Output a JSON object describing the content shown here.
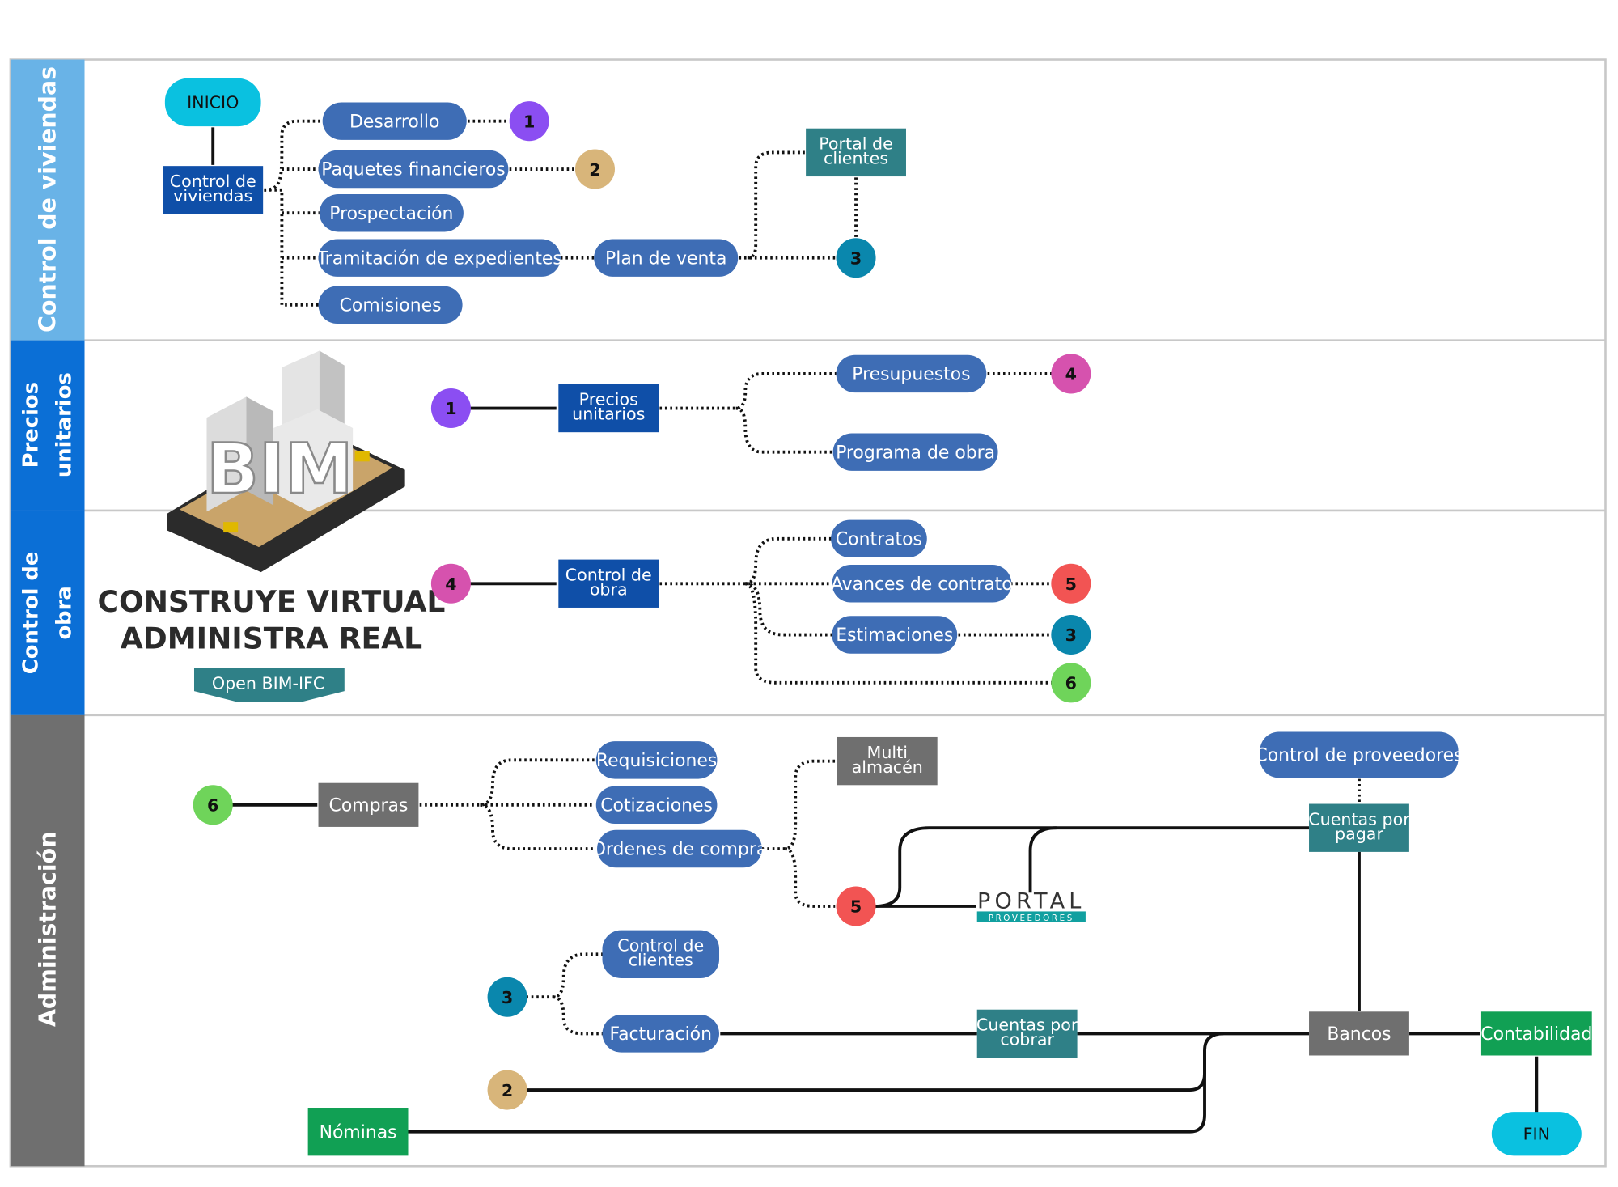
{
  "colors": {
    "pill_blue": "#3e6db5",
    "box_darkblue": "#0f4fa8",
    "box_teal": "#2f8087",
    "box_gray": "#6f6f6f",
    "box_green": "#11a054",
    "cyan": "#0ac1e0",
    "lane1": "#69b3e7",
    "lane2": "#0b6fd6",
    "lane3": "#0b6fd6",
    "lane4": "#6f6f6f",
    "c1": "#8b4ef2",
    "c2": "#d8b57a",
    "c3": "#0a87ad",
    "c4": "#d652ae",
    "c5": "#f25453",
    "c6": "#6fd45a"
  },
  "lanes": [
    "Control de viviendas",
    "Precios unitarios",
    "Control de obra",
    "Administración"
  ],
  "nodes": {
    "inicio": "INICIO",
    "control_viviendas": "Control de viviendas",
    "desarrollo": "Desarrollo",
    "paquetes": "Paquetes financieros",
    "prospectacion": "Prospectación",
    "tramitacion": "Tramitación de expedientes",
    "comisiones": "Comisiones",
    "plan_venta": "Plan de venta",
    "portal_clientes": "Portal de clientes",
    "precios_unitarios": "Precios unitarios",
    "presupuestos": "Presupuestos",
    "programa_obra": "Programa de obra",
    "control_obra": "Control de obra",
    "contratos": "Contratos",
    "avances": "Avances de contrato",
    "estimaciones": "Estimaciones",
    "compras": "Compras",
    "requisiciones": "Requisiciones",
    "cotizaciones": "Cotizaciones",
    "ordenes": "Órdenes de compra",
    "multi_almacen": "Multi almacén",
    "control_proveedores": "Control de proveedores",
    "cuentas_pagar": "Cuentas por pagar",
    "control_clientes": "Control de clientes",
    "facturacion": "Facturación",
    "cuentas_cobrar": "Cuentas por cobrar",
    "bancos": "Bancos",
    "contabilidad": "Contabilidad",
    "nominas": "Nóminas",
    "fin": "FIN"
  },
  "connectors": {
    "n1": "1",
    "n2": "2",
    "n3": "3",
    "n4": "4",
    "n5": "5",
    "n6": "6"
  },
  "logo": {
    "bim": "BIM",
    "line1": "CONSTRUYE VIRTUAL",
    "line2": "ADMINISTRA REAL",
    "badge": "Open BIM-IFC"
  },
  "portal": {
    "word": "PORTAL",
    "sub": "PROVEEDORES"
  }
}
